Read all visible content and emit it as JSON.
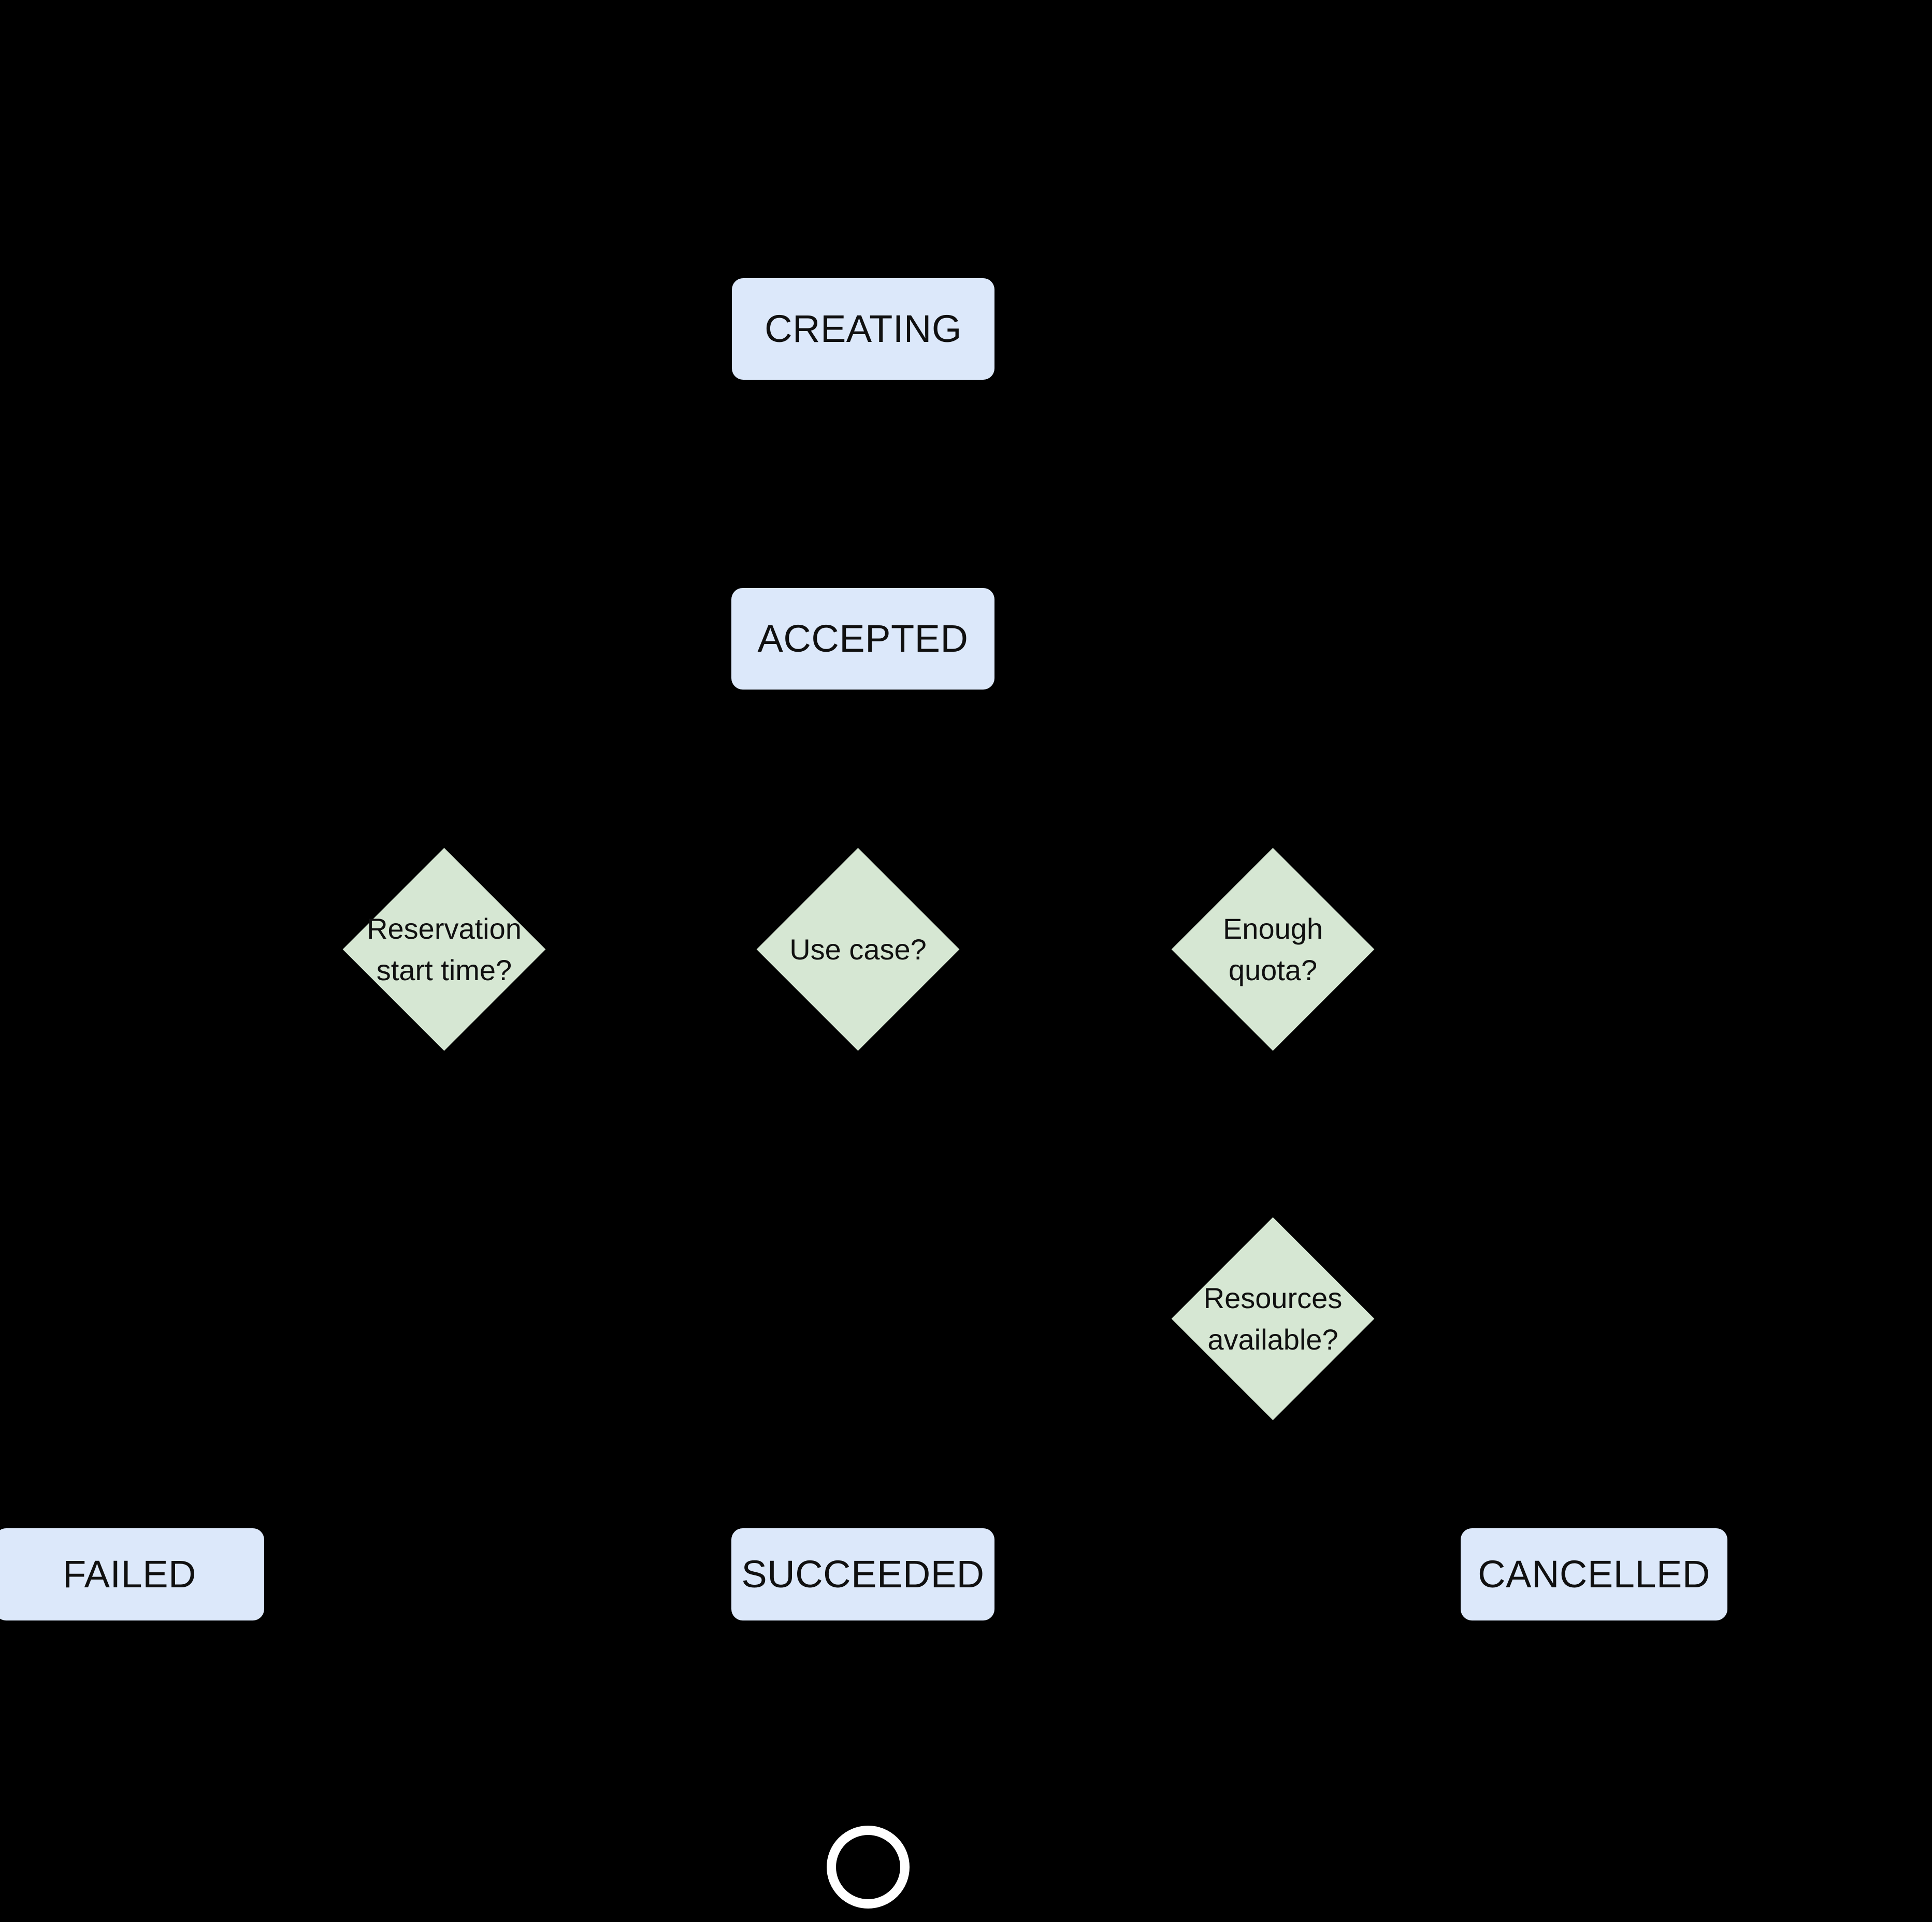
{
  "diagram": {
    "title": "Reservation state machine flowchart",
    "background_color": "#000000",
    "state_fill_color": "#dce8fa",
    "decision_fill_color": "#d6e7d3",
    "text_color": "#101010",
    "end_node_color": "#ffffff"
  },
  "nodes": {
    "creating": {
      "label": "CREATING",
      "type": "state"
    },
    "accepted": {
      "label": "ACCEPTED",
      "type": "state"
    },
    "reservation_start_time": {
      "label": "Reservation\nstart time?",
      "type": "decision"
    },
    "use_case": {
      "label": "Use case?",
      "type": "decision"
    },
    "enough_quota": {
      "label": "Enough\nquota?",
      "type": "decision"
    },
    "resources_available": {
      "label": "Resources\navailable?",
      "type": "decision"
    },
    "failed": {
      "label": "FAILED",
      "type": "state"
    },
    "succeeded": {
      "label": "SUCCEEDED",
      "type": "state"
    },
    "cancelled": {
      "label": "CANCELLED",
      "type": "state"
    },
    "end": {
      "label": "",
      "type": "terminator"
    }
  }
}
